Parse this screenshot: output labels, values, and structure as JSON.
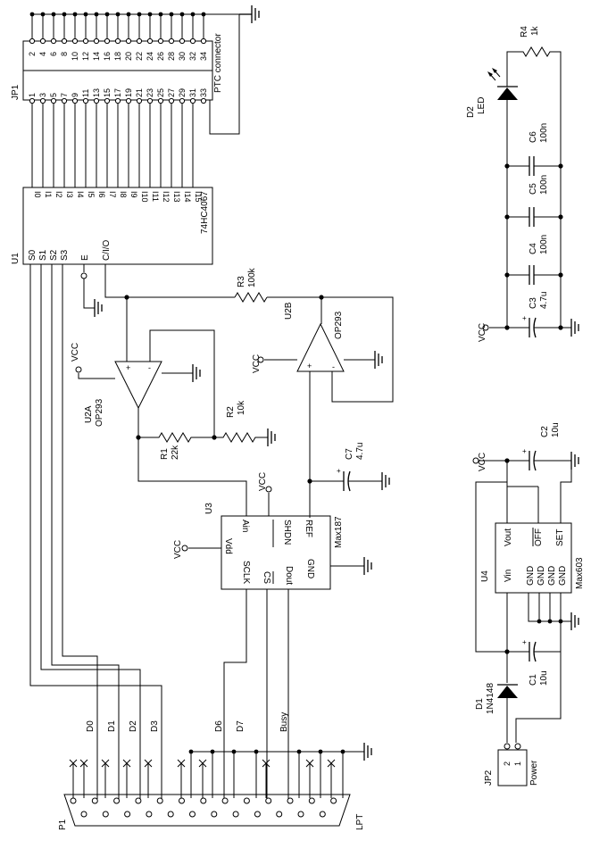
{
  "parts": {
    "jp1": {
      "ref": "JP1",
      "name": "PTC connector",
      "even_pins": [
        "2",
        "4",
        "6",
        "8",
        "10",
        "12",
        "14",
        "16",
        "18",
        "20",
        "22",
        "24",
        "26",
        "28",
        "30",
        "32",
        "34"
      ],
      "odd_pins": [
        "1",
        "3",
        "5",
        "7",
        "9",
        "11",
        "13",
        "15",
        "17",
        "19",
        "21",
        "23",
        "25",
        "27",
        "29",
        "31",
        "33"
      ]
    },
    "u1": {
      "ref": "U1",
      "name": "74HC4067",
      "inputs": [
        "I0",
        "I1",
        "I2",
        "I3",
        "I4",
        "I5",
        "I6",
        "I7",
        "I8",
        "I9",
        "I10",
        "I11",
        "I12",
        "I13",
        "I14",
        "I15"
      ],
      "s0": "S0",
      "s1": "S1",
      "s2": "S2",
      "s3": "S3",
      "e": "E",
      "cio": "C/I/O"
    },
    "r1": {
      "ref": "R1",
      "value": "22k"
    },
    "r2": {
      "ref": "R2",
      "value": "10k"
    },
    "r3": {
      "ref": "R3",
      "value": "100k"
    },
    "r4": {
      "ref": "R4",
      "value": "1k"
    },
    "u2a": {
      "ref": "U2A",
      "name": "OP293"
    },
    "u2b": {
      "ref": "U2B",
      "name": "OP293"
    },
    "u3": {
      "ref": "U3",
      "name": "Max187",
      "ain": "Ain",
      "shdn": "SHDN",
      "ref_pin": "REF",
      "vdd": "Vdd",
      "sclk": "SCLK",
      "cs": "CS",
      "dout": "Dout",
      "gnd": "GND"
    },
    "c1": {
      "ref": "C1",
      "value": "10u"
    },
    "c2": {
      "ref": "C2",
      "value": "10u"
    },
    "c3": {
      "ref": "C3",
      "value": "4.7u"
    },
    "c4": {
      "ref": "C4",
      "value": "100n"
    },
    "c5": {
      "ref": "C5",
      "value": "100n"
    },
    "c6": {
      "ref": "C6",
      "value": "100n"
    },
    "c7": {
      "ref": "C7",
      "value": "4.7u"
    },
    "d1": {
      "ref": "D1",
      "value": "1N4148"
    },
    "d2": {
      "ref": "D2",
      "value": "LED"
    },
    "u4": {
      "ref": "U4",
      "name": "Max603",
      "vout": "Vout",
      "off": "OFF",
      "set": "SET",
      "vin": "Vin",
      "gnd": "GND"
    },
    "jp2": {
      "ref": "JP2",
      "name": "Power",
      "pin1": "1",
      "pin2": "2"
    },
    "p1": {
      "ref": "P1",
      "name": "LPT"
    }
  },
  "nets": {
    "vcc": "VCC",
    "d0": "D0",
    "d1": "D1",
    "d2": "D2",
    "d3": "D3",
    "d6": "D6",
    "d7": "D7",
    "busy": "Busy"
  },
  "symbols": {
    "plus": "+"
  }
}
